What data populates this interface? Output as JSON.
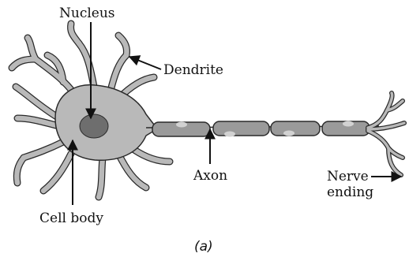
{
  "labels": {
    "nucleus": "Nucleus",
    "dendrite": "Dendrite",
    "axon": "Axon",
    "nerve_ending_line1": "Nerve",
    "nerve_ending_line2": "ending",
    "cell_body": "Cell body"
  },
  "caption": "(a)",
  "colors": {
    "cell": "#b9b9b9",
    "nucleus": "#6e6e6e",
    "outline": "#2a2a2a",
    "myelin": "#9a9a9a",
    "node_spot": "#d2d2d2",
    "text": "#111111"
  }
}
